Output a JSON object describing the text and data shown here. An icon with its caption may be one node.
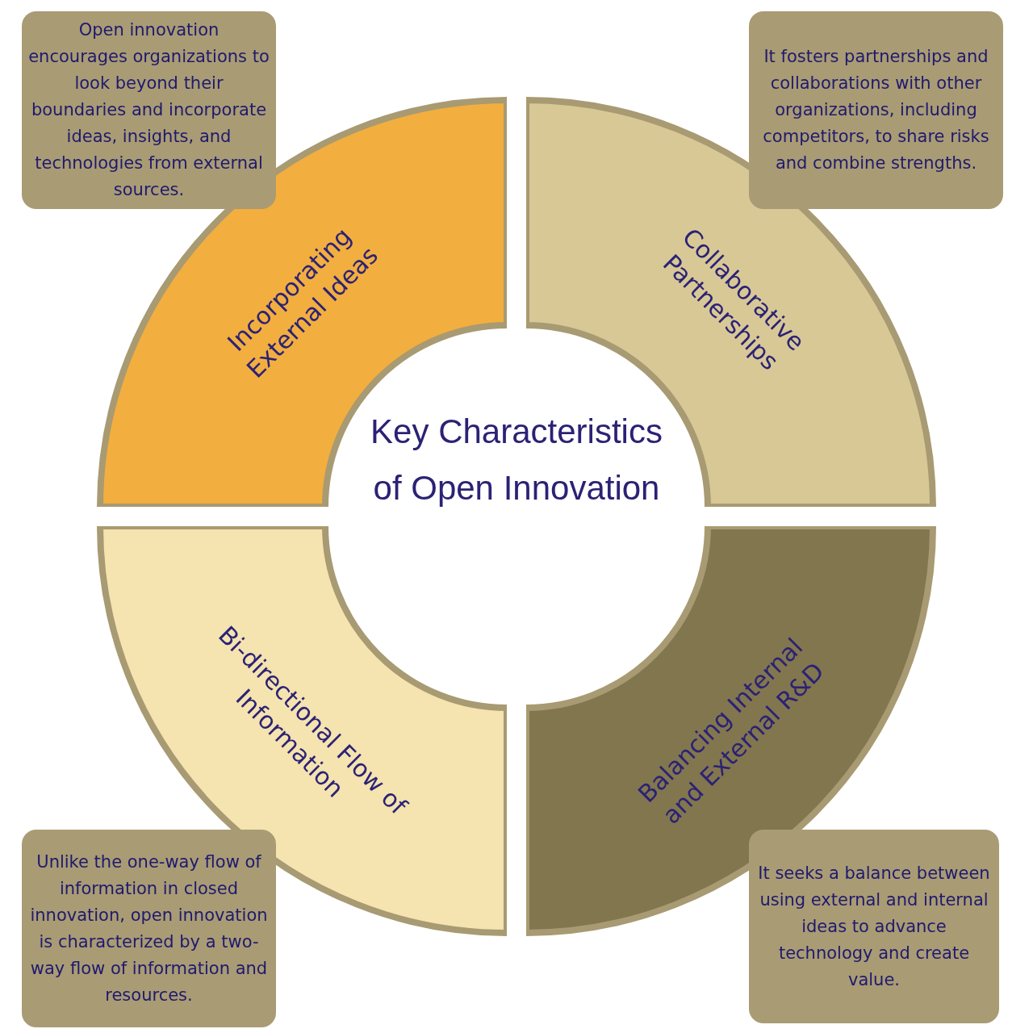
{
  "diagram": {
    "title": "Key Characteristics of Open Innovation",
    "nodes": [
      {
        "text": [
          "Open innovation encourages organizations to look beyond their boundaries and incorporate ideas, insights, and technologies from external sources."
        ]
      },
      {
        "text": [
          "It fosters partnerships and collaborations with other organizations, including competitors, to share risks and combine strengths."
        ]
      },
      {
        "text": [
          "Incorporating External Ideas"
        ]
      },
      {
        "text": [
          "Collaborative Partnerships"
        ]
      },
      {
        "text": [
          "Bi-directional Flow of Information"
        ]
      },
      {
        "text": [
          "Balancing Internal and External R&D"
        ]
      },
      {
        "text": [
          "Unlike the one-way flow of information in closed innovation, open innovation is characterized by a two-way flow of information and resources."
        ]
      },
      {
        "text": [
          "It seeks a balance between using external and internal ideas to advance technology and create value."
        ]
      }
    ],
    "edges": []
  }
}
